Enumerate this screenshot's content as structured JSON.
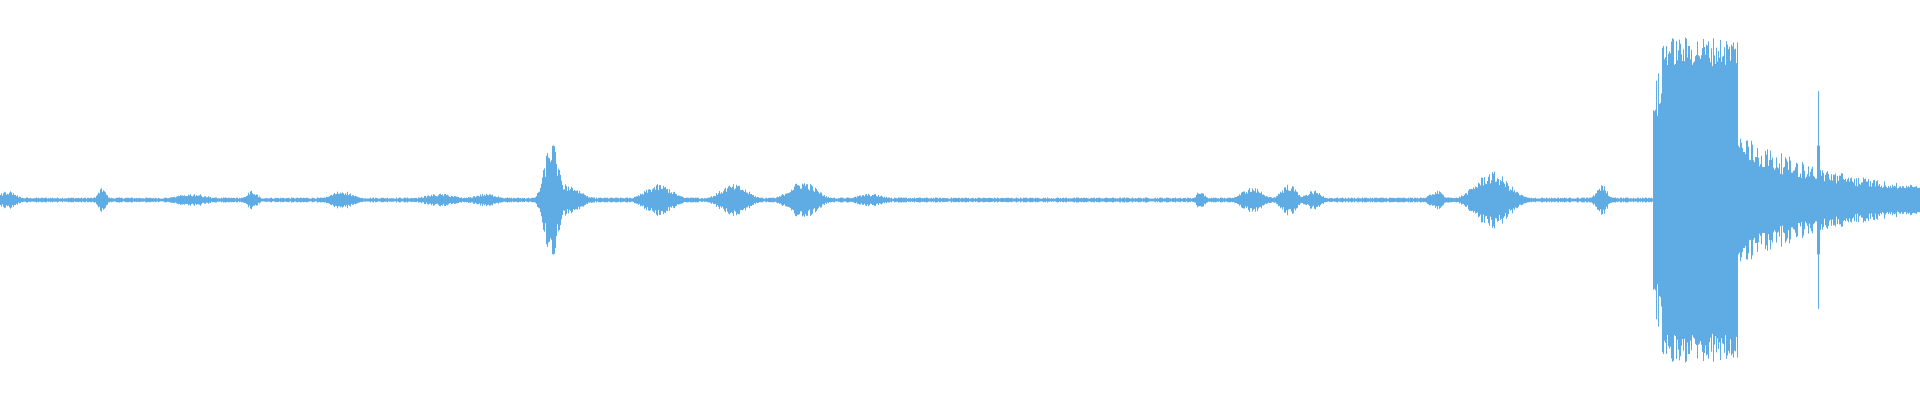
{
  "waveform": {
    "color": "#5FABE3",
    "background": "#FFFFFF",
    "duration_fraction_events": [
      {
        "center": 0.004,
        "amp": 0.03,
        "width": 0.006
      },
      {
        "center": 0.053,
        "amp": 0.04,
        "width": 0.003
      },
      {
        "center": 0.1,
        "amp": 0.02,
        "width": 0.012
      },
      {
        "center": 0.131,
        "amp": 0.03,
        "width": 0.004
      },
      {
        "center": 0.178,
        "amp": 0.03,
        "width": 0.008
      },
      {
        "center": 0.229,
        "amp": 0.02,
        "width": 0.012
      },
      {
        "center": 0.253,
        "amp": 0.02,
        "width": 0.01
      },
      {
        "center": 0.287,
        "amp": 0.19,
        "width": 0.005
      },
      {
        "center": 0.295,
        "amp": 0.05,
        "width": 0.01
      },
      {
        "center": 0.343,
        "amp": 0.05,
        "width": 0.01
      },
      {
        "center": 0.382,
        "amp": 0.05,
        "width": 0.01
      },
      {
        "center": 0.418,
        "amp": 0.06,
        "width": 0.01
      },
      {
        "center": 0.453,
        "amp": 0.02,
        "width": 0.01
      },
      {
        "center": 0.625,
        "amp": 0.03,
        "width": 0.003
      },
      {
        "center": 0.652,
        "amp": 0.04,
        "width": 0.008
      },
      {
        "center": 0.671,
        "amp": 0.05,
        "width": 0.006
      },
      {
        "center": 0.684,
        "amp": 0.03,
        "width": 0.006
      },
      {
        "center": 0.748,
        "amp": 0.03,
        "width": 0.005
      },
      {
        "center": 0.777,
        "amp": 0.09,
        "width": 0.012
      },
      {
        "center": 0.834,
        "amp": 0.05,
        "width": 0.004
      }
    ],
    "burst": {
      "start": 0.861,
      "peak_end": 0.905,
      "end": 1.0,
      "peak_amp": 0.51,
      "spikes": [
        {
          "center": 0.947,
          "amp": 0.34
        },
        {
          "center": 0.916,
          "amp": 0.1
        },
        {
          "center": 0.933,
          "amp": 0.08
        }
      ]
    }
  }
}
